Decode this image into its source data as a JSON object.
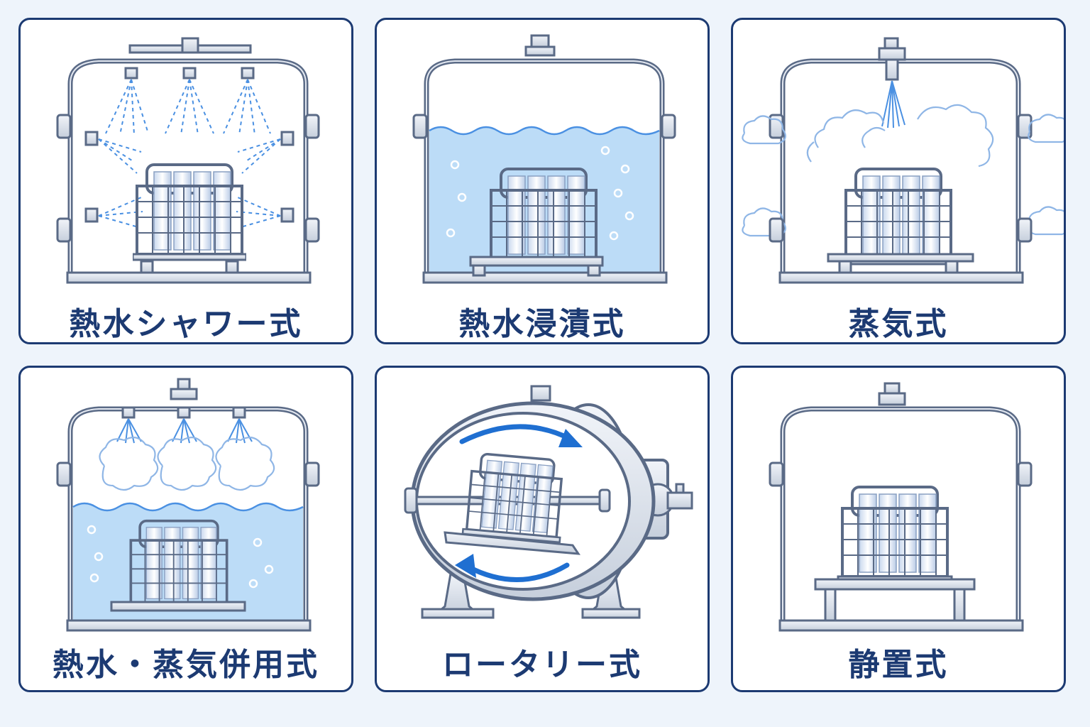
{
  "cards": [
    {
      "label": "熱水シャワー式",
      "icon": "hot-water-shower-retort"
    },
    {
      "label": "熱水浸漬式",
      "icon": "hot-water-immersion-retort"
    },
    {
      "label": "蒸気式",
      "icon": "steam-retort"
    },
    {
      "label": "熱水・蒸気併用式",
      "icon": "water-steam-combined-retort"
    },
    {
      "label": "ロータリー式",
      "icon": "rotary-retort"
    },
    {
      "label": "静置式",
      "icon": "static-retort"
    }
  ],
  "colors": {
    "background": "#eef4fb",
    "card_border": "#1c3a72",
    "label_text": "#1c3a72",
    "steel": "#5a6a86",
    "steel_fill": "#e3e8f1",
    "water": "#bcdcf7",
    "spray": "#4a90e2",
    "arrow": "#1f6fd1"
  }
}
